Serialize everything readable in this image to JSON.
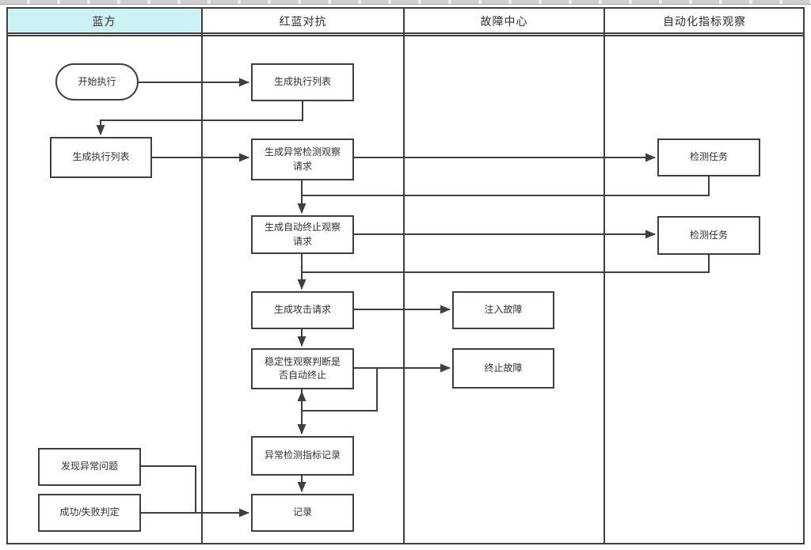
{
  "lanes": [
    {
      "label": "蓝方",
      "highlight": true,
      "highlight_color": "#cdf2f4"
    },
    {
      "label": "红蓝对抗",
      "highlight": false
    },
    {
      "label": "故障中心",
      "highlight": false
    },
    {
      "label": "自动化指标观察",
      "highlight": false
    }
  ],
  "nodes": {
    "start": {
      "label": "开始执行",
      "shape": "stadium",
      "lane": "蓝方"
    },
    "blue_exec_list": {
      "label": "生成执行列表",
      "shape": "rect",
      "lane": "蓝方"
    },
    "found_issue": {
      "label": "发现异常问题",
      "shape": "rect",
      "lane": "蓝方"
    },
    "success_fail": {
      "label": "成功/失败判定",
      "shape": "rect",
      "lane": "蓝方"
    },
    "red_exec_list": {
      "label": "生成执行列表",
      "shape": "rect",
      "lane": "红蓝对抗"
    },
    "anomaly_detect_request": {
      "label": "生成异常检测观察\n请求",
      "shape": "rect",
      "lane": "红蓝对抗"
    },
    "auto_stop_request": {
      "label": "生成自动终止观察\n请求",
      "shape": "rect",
      "lane": "红蓝对抗"
    },
    "attack_request": {
      "label": "生成攻击请求",
      "shape": "rect",
      "lane": "红蓝对抗"
    },
    "stability_judge": {
      "label": "稳定性观察判断是\n否自动终止",
      "shape": "rect",
      "lane": "红蓝对抗"
    },
    "anomaly_metric_record": {
      "label": "异常检测指标记录",
      "shape": "rect",
      "lane": "红蓝对抗"
    },
    "record": {
      "label": "记录",
      "shape": "rect",
      "lane": "红蓝对抗"
    },
    "inject_fault": {
      "label": "注入故障",
      "shape": "rect",
      "lane": "故障中心"
    },
    "stop_fault": {
      "label": "终止故障",
      "shape": "rect",
      "lane": "故障中心"
    },
    "detect_task_1": {
      "label": "检测任务",
      "shape": "rect",
      "lane": "自动化指标观察"
    },
    "detect_task_2": {
      "label": "检测任务",
      "shape": "rect",
      "lane": "自动化指标观察"
    }
  },
  "edges": [
    {
      "from": "start",
      "to": "red_exec_list"
    },
    {
      "from": "red_exec_list",
      "to": "blue_exec_list"
    },
    {
      "from": "blue_exec_list",
      "to": "anomaly_detect_request"
    },
    {
      "from": "anomaly_detect_request",
      "to": "detect_task_1"
    },
    {
      "from": "detect_task_1",
      "to": "auto_stop_request"
    },
    {
      "from": "anomaly_detect_request",
      "to": "auto_stop_request"
    },
    {
      "from": "auto_stop_request",
      "to": "detect_task_2"
    },
    {
      "from": "detect_task_2",
      "to": "attack_request"
    },
    {
      "from": "auto_stop_request",
      "to": "attack_request"
    },
    {
      "from": "attack_request",
      "to": "inject_fault"
    },
    {
      "from": "attack_request",
      "to": "stability_judge"
    },
    {
      "from": "stability_judge",
      "to": "stop_fault"
    },
    {
      "from": "stability_judge",
      "to": "stability_judge_loop_back"
    },
    {
      "from": "stability_judge",
      "to": "anomaly_metric_record"
    },
    {
      "from": "anomaly_metric_record",
      "to": "record"
    },
    {
      "from": "found_issue",
      "to": "record"
    },
    {
      "from": "success_fail",
      "to": "record"
    }
  ],
  "colors": {
    "line": "#3f3f3f",
    "lane_highlight": "#cdf2f4",
    "node_fill": "#ffffff"
  }
}
